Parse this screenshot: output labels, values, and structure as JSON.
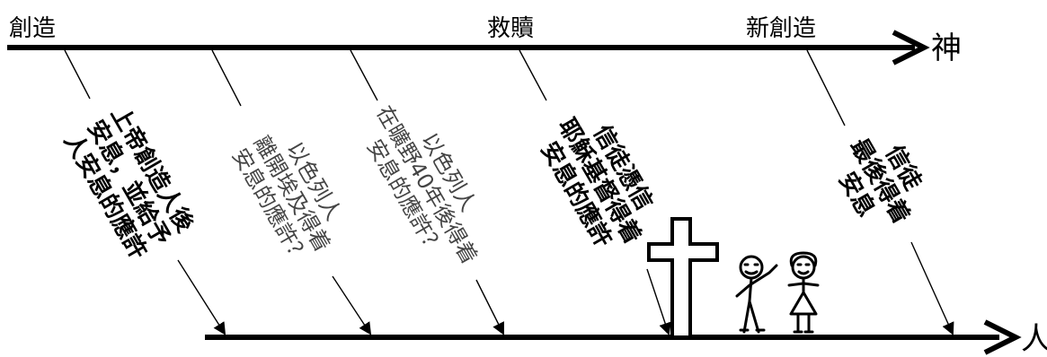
{
  "top_axis": {
    "label": "神",
    "markers": [
      "創造",
      "救贖",
      "新創造"
    ]
  },
  "bottom_axis": {
    "label": "人"
  },
  "promises": [
    {
      "lines": [
        "上帝創造人後",
        "安息，並給予",
        "人安息的應許"
      ],
      "style": "bold"
    },
    {
      "lines": [
        "以色列人",
        "離開埃及得着",
        "安息的應許？"
      ],
      "style": "light"
    },
    {
      "lines": [
        "以色列人",
        "在曠野40年後得着",
        "安息的應許？"
      ],
      "style": "light"
    },
    {
      "lines": [
        "信徒憑信",
        "耶穌基督得着",
        "安息的應許"
      ],
      "style": "bold"
    },
    {
      "lines": [
        "信徒",
        "最後得着",
        "安息"
      ],
      "style": "bold"
    }
  ],
  "icons": [
    "cross-icon",
    "stick-man-icon",
    "stick-woman-icon"
  ]
}
